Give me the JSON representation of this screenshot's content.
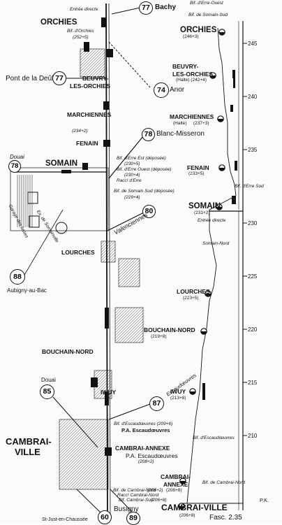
{
  "north_station": {
    "name": "Bachy",
    "route": "77",
    "entry": "Entrée directe"
  },
  "left_labels": {
    "orchies": "ORCHIES",
    "bif_orchies": "Bif. d'Orchies",
    "bif_orchies_km": "(252+5)",
    "pont_deule": "Pont de la Deûle",
    "route77": "77",
    "beuvry_1": "BEUVRY-",
    "beuvry_2": "LES-ORCHIES",
    "anor": "Anor",
    "route74": "74",
    "marchiennes": "MARCHIENNES",
    "pt_234": "(234+2)",
    "fenain": "FENAIN",
    "blanc_misseron": "Blanc-Misseron",
    "route78": "78",
    "douai": "Douai",
    "route78_left": "78",
    "somain": "SOMAIN",
    "bif_erre_est": "Bif. d'Erre Est (déposée)",
    "bif_erre_est_km": "(230+5)",
    "bif_erre_ouest": "Bif. d'Erre Ouest (déposée)",
    "bif_erre_ouest_km": "(230+4)",
    "racc_erre": "Racc! d'Erre",
    "bif_somain_sud": "Bif. de Somain Sud (déposée)",
    "bif_somain_sud_km": "(229+4)",
    "valenciennes": "Valenciennes",
    "route80": "80",
    "lourches": "LOURCHES",
    "aubigny": "Aubigny-au-Bac",
    "route88": "88",
    "bouchain_nord": "BOUCHAIN-NORD",
    "douai_2": "Douai",
    "route85": "85",
    "iwuy": "IWUY",
    "escaudoeuvres": "Escaudœuvres",
    "route87": "87",
    "cambrai_ville_1": "CAMBRAI-",
    "cambrai_ville_2": "VILLE",
    "bif_esc": "Bif. d'Escaudœuvres (209+6)",
    "pa_esc": "P.A. Escaudœuvres",
    "cambrai_annexe": "CAMBRAI-ANNEXE",
    "pa_esc_2": "P.A. Escaudœuvres",
    "pa_esc_2_km": "(208+2)",
    "bif_cambrai_nord": "Bif. de Cambrai-Nord",
    "bif_cambrai_nord_km": "(206+2)",
    "racc_cambrai": "Racc! Cambrai-Nord",
    "bif_cambrai_sud": "Bif. Cambrai-Sud",
    "bif_cambrai_sud_km": "(206+8)",
    "busigny": "Busigny",
    "route60": "60",
    "route89": "89",
    "st_just": "St-Just-en-Chaussée",
    "garage_bases": "Garage des bases",
    "somain_garage": "Ex. de Somainville"
  },
  "profile": {
    "ticks": [
      245,
      240,
      235,
      230,
      225,
      220,
      215,
      210
    ],
    "stations": [
      {
        "name": "ORCHIES",
        "km": "(246+3)"
      },
      {
        "name": "BEUVRY-",
        "name2": "LES-ORCHIES",
        "km": "(Halte) (242+4)"
      },
      {
        "name": "MARCHIENNES",
        "name2": "(Halte)",
        "km": "(237+3)"
      },
      {
        "name": "FENAIN",
        "km": "(233+5)"
      },
      {
        "name": "SOMAIN",
        "km": "(231+2)"
      },
      {
        "name": "LOURCHES",
        "km": "(223+5)"
      },
      {
        "name": "BOUCHAIN-NORD",
        "km": "(219+8)"
      },
      {
        "name": "IWUY",
        "km": "(213+8)"
      },
      {
        "name": "CAMBRAI-",
        "name2": "ANNEXE",
        "km": "(208+8)"
      },
      {
        "name": "CAMBRAI-VILLE",
        "km": "(206+8)"
      }
    ],
    "bif_erre_ouest": "Bif. d'Erre-Ouest",
    "bif_somain_sud": "Bif. de Somain-Sud",
    "bif_erre_sud": "Bif. d'Erre Sud",
    "entree_directe": "Entrée directe",
    "somain_nord": "Somain-Nord",
    "bif_escaudoeuvres": "Bif. d'Escaudœuvres",
    "bif_cambrai_nord": "Bif. de Cambrai-Nord",
    "pk": "P.K.",
    "fasc": "Fasc. 2.35"
  }
}
